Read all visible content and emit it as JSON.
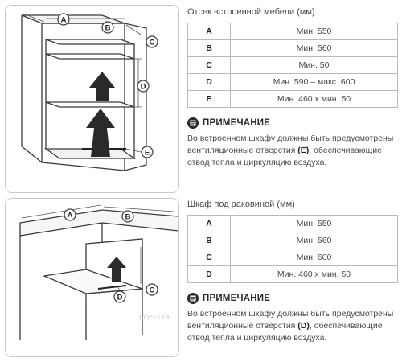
{
  "upper": {
    "caption": "Отсек встроенной мебели (мм)",
    "labels": {
      "a": "A",
      "b": "B",
      "c": "C",
      "d": "D",
      "e": "E"
    },
    "rows": [
      {
        "key": "A",
        "value": "Мин. 550"
      },
      {
        "key": "B",
        "value": "Мин. 560"
      },
      {
        "key": "C",
        "value": "Мин. 50"
      },
      {
        "key": "D",
        "value": "Мин. 590 – макс. 600"
      },
      {
        "key": "E",
        "value": "Мин. 460 x мин. 50"
      }
    ],
    "note_title": "ПРИМЕЧАНИЕ",
    "note_pre": "Во встроенном шкафу должны быть предусмотрены вентиляционные отверстия ",
    "note_key": "(E)",
    "note_post": ", обеспечивающие отвод тепла и циркуляцию воздуха."
  },
  "lower": {
    "caption": "Шкаф под раковиной (мм)",
    "labels": {
      "a": "A",
      "b": "B",
      "c": "C",
      "d": "D"
    },
    "rows": [
      {
        "key": "A",
        "value": "Мин. 550"
      },
      {
        "key": "B",
        "value": "Мин. 560"
      },
      {
        "key": "C",
        "value": "Мин. 600"
      },
      {
        "key": "D",
        "value": "Мин. 460 x мин. 50"
      }
    ],
    "note_title": "ПРИМЕЧАНИЕ",
    "note_pre": "Во встроенном шкафу должны быть предусмотрены вентиляционные отверстия ",
    "note_key": "(D)",
    "note_post": ", обеспечивающие отвод тепла и циркуляцию воздуха."
  },
  "watermark": "ROZETKA"
}
